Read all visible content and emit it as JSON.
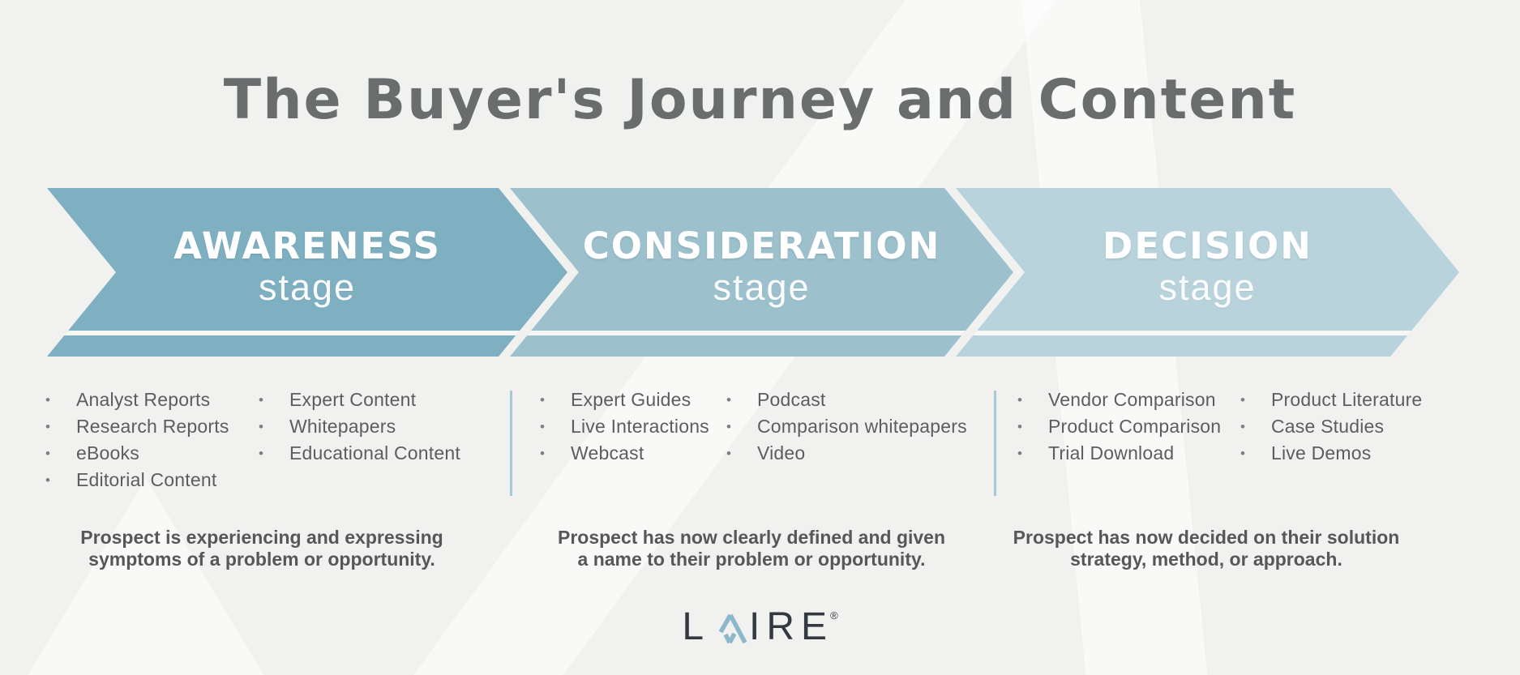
{
  "title": "The Buyer's Journey and Content",
  "stages": [
    {
      "name": "AWARENESS",
      "label": "stage",
      "color": "#7fb0c2",
      "items_col1": [
        "Analyst Reports",
        "Research Reports",
        "eBooks",
        "Editorial Content"
      ],
      "items_col2": [
        "Expert Content",
        "Whitepapers",
        "Educational Content"
      ],
      "description": "Prospect is experiencing and expressing symptoms of a problem or opportunity."
    },
    {
      "name": "CONSIDERATION",
      "label": "stage",
      "color": "#9dc0cd",
      "items_col1": [
        "Expert Guides",
        "Live Interactions",
        "Webcast"
      ],
      "items_col2": [
        "Podcast",
        "Comparison whitepapers",
        "Video"
      ],
      "description": "Prospect has now clearly defined and given a name to their problem or opportunity."
    },
    {
      "name": "DECISION",
      "label": "stage",
      "color": "#b9d3dc",
      "items_col1": [
        "Vendor Comparison",
        "Product Comparison",
        "Trial Download"
      ],
      "items_col2": [
        "Product Literature",
        "Case Studies",
        "Live Demos"
      ],
      "description": "Prospect has now decided on their solution strategy, method, or approach."
    }
  ],
  "logo": {
    "prefix": "L",
    "triangle_icon": "mountain-triangle-icon",
    "suffix": "IRE",
    "registered": "®",
    "dark_color": "#343841",
    "accent_color": "#8db7ca"
  },
  "colors": {
    "background": "#f1f1f0",
    "watermark_stripe": "#ffffff",
    "title_text": "#6a6d6e",
    "list_text": "#5b5d60",
    "description_text": "#55575a",
    "divider": "#a6c9d5",
    "arrow_label_text": "#ffffff",
    "arrow_inner_line": "#f6f7f6"
  }
}
